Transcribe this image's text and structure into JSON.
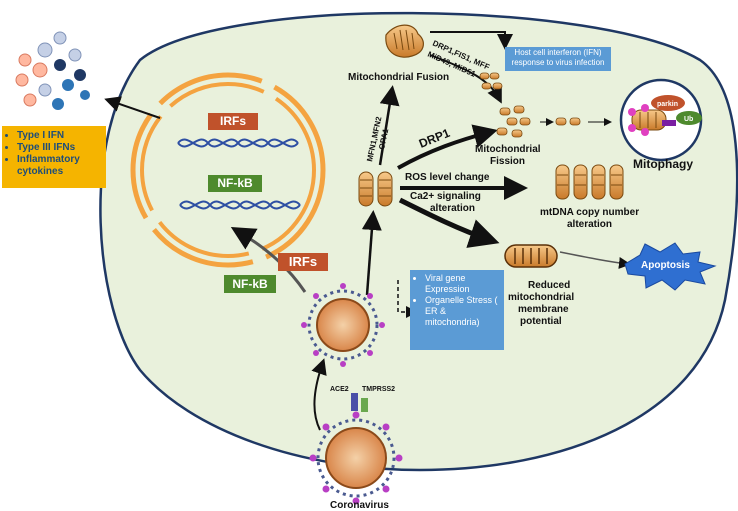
{
  "labels": {
    "mito_fusion": "Mitochondrial Fusion",
    "mito_fission_line1": "Mitochondrial",
    "mito_fission_line2": "Fission",
    "mitophagy": "Mitophagy",
    "drp1": "DRP1",
    "mfn": "MFN1,MFN2",
    "opa1": "OPA1",
    "fission_factors_1": "DRP1,FIS1, MFF",
    "fission_factors_2": "MiD49, MiD51",
    "ros": "ROS level change",
    "ca_1": "Ca2+ signaling",
    "ca_2": "alteration",
    "mtdna_1": "mtDNA copy number",
    "mtdna_2": "alteration",
    "reduced_1": "Reduced",
    "reduced_2": "mitochondrial",
    "reduced_3": "membrane",
    "reduced_4": "potential",
    "apoptosis": "Apoptosis",
    "parkin": "parkin",
    "ub": "Ub",
    "ace2": "ACE2",
    "tmprss2": "TMPRSS2",
    "coronavirus": "Coronavirus"
  },
  "tags": {
    "irf_nucleus": "IRFs",
    "nfkb_nucleus": "NF-kB",
    "irf_cyto": "IRFs",
    "nfkb_cyto": "NF-kB"
  },
  "boxes": {
    "host_ifn": "Host cell interferon (IFN) response to virus infection",
    "viral": [
      "Viral gene Expression",
      "Organelle Stress ( ER & mitochondria)"
    ],
    "cytokines": [
      "Type I IFN",
      "Type III IFNs",
      "Inflammatory cytokines"
    ]
  },
  "colors": {
    "cell_fill": "#e9f1dc",
    "cell_border": "#1f3864",
    "nucleus_ring": "#f4a340",
    "dna_blue": "#2e4fa3",
    "box_blue": "#5b9bd5",
    "box_orange": "#f5b400",
    "virus_spike": "#b83fc4",
    "apoptosis": "#2f6fd1"
  }
}
